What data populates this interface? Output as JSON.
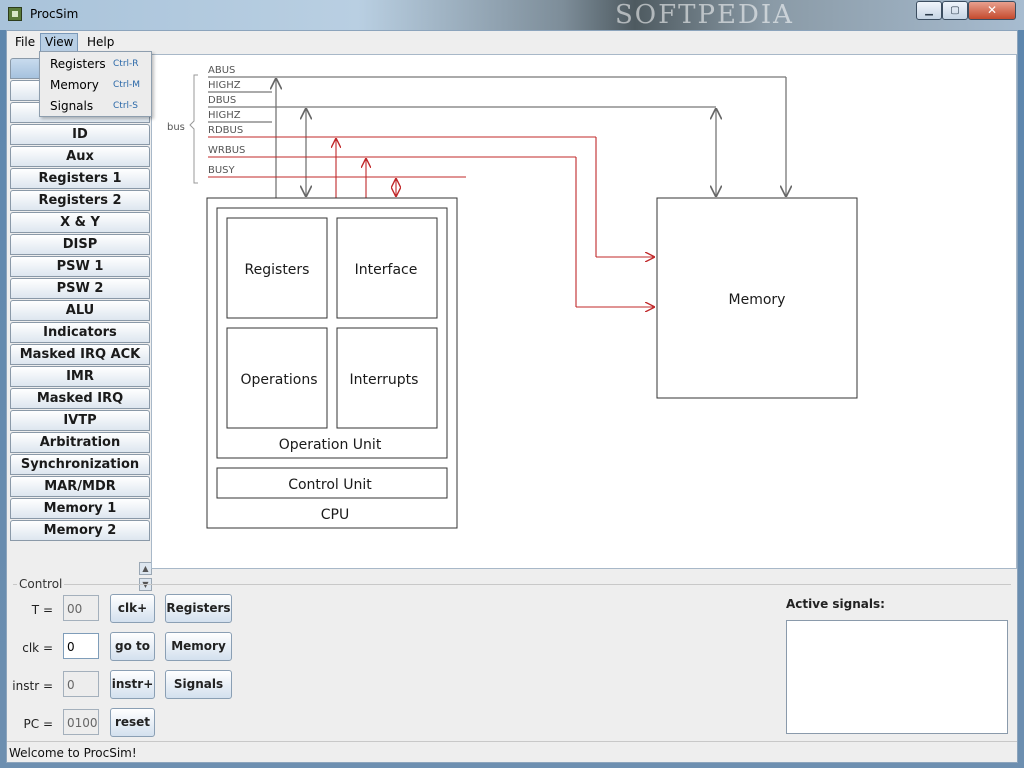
{
  "window": {
    "title": "ProcSim",
    "watermark": "SOFTPEDIA",
    "controls": {
      "minimize": "▁",
      "maximize": "▢",
      "close": "✕"
    }
  },
  "menubar": {
    "file": "File",
    "view": "View",
    "help": "Help"
  },
  "view_menu": {
    "items": [
      {
        "label": "Registers",
        "accel": "Ctrl-R"
      },
      {
        "label": "Memory",
        "accel": "Ctrl-M"
      },
      {
        "label": "Signals",
        "accel": "Ctrl-S"
      }
    ]
  },
  "sidebar": {
    "items": [
      "",
      "",
      "",
      "ID",
      "Aux",
      "Registers 1",
      "Registers 2",
      "X & Y",
      "DISP",
      "PSW 1",
      "PSW 2",
      "ALU",
      "Indicators",
      "Masked IRQ ACK",
      "IMR",
      "Masked IRQ",
      "IVTP",
      "Arbitration",
      "Synchronization",
      "MAR/MDR",
      "Memory 1",
      "Memory 2"
    ]
  },
  "diagram": {
    "bus_label": "bus",
    "bus_lines": [
      "ABUS",
      "HIGHZ",
      "DBUS",
      "HIGHZ",
      "RDBUS",
      "WRBUS",
      "BUSY"
    ],
    "cpu_blocks": {
      "registers": "Registers",
      "interface": "Interface",
      "operations": "Operations",
      "interrupts": "Interrupts",
      "operation_unit": "Operation Unit",
      "control_unit": "Control Unit",
      "cpu": "CPU"
    },
    "memory": "Memory",
    "colors": {
      "bus_gray": "#777777",
      "bus_red": "#c0282a"
    }
  },
  "control": {
    "title": "Control",
    "t_label": "T =",
    "t_value": "00",
    "clk_label": "clk =",
    "clk_value": "0",
    "instr_label": "instr =",
    "instr_value": "0",
    "pc_label": "PC =",
    "pc_value": "0100",
    "clk_plus": "clk+",
    "goto": "go to",
    "instr_plus": "instr+",
    "reset": "reset",
    "registers": "Registers",
    "memory": "Memory",
    "signals": "Signals",
    "active_signals_label": "Active signals:"
  },
  "status": {
    "text": "Welcome to ProcSim!"
  }
}
